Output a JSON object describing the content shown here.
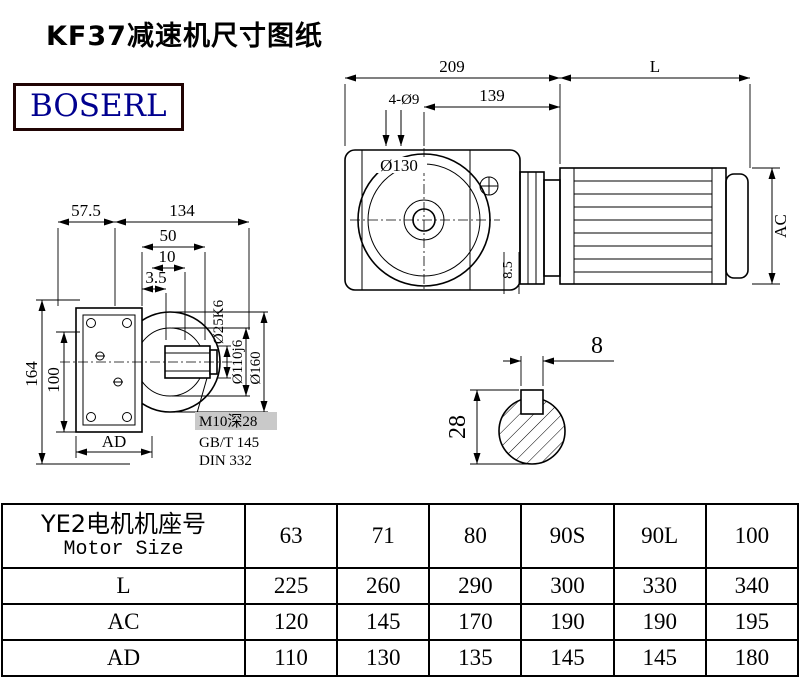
{
  "page": {
    "title": "KF37减速机尺寸图纸",
    "logo": "BOSERL"
  },
  "front_view": {
    "dim_width_gear": "209",
    "dim_motor_length": "L",
    "dim_139": "139",
    "dim_holes": "4-Ø9",
    "dim_flange": "Ø130",
    "dim_offset": "8.5",
    "dim_motor_diameter": "AC"
  },
  "side_view": {
    "dim_575": "57.5",
    "dim_134": "134",
    "dim_50": "50",
    "dim_10": "10",
    "dim_35": "3.5",
    "dim_height": "164",
    "dim_100": "100",
    "dim_AD": "AD",
    "dim_shaft": "Ø25K6",
    "dim_spigot": "Ø110j6",
    "dim_flange": "Ø160",
    "note_thread": "M10深28",
    "note_gb": "GB/T 145",
    "note_din": "DIN 332"
  },
  "shaft_section": {
    "dim_key_width": "8",
    "dim_key_height": "28"
  },
  "table": {
    "header_cn": "YE2电机机座号",
    "header_en": "Motor Size",
    "columns": [
      "63",
      "71",
      "80",
      "90S",
      "90L",
      "100"
    ],
    "rows": [
      {
        "label": "L",
        "values": [
          "225",
          "260",
          "290",
          "300",
          "330",
          "340"
        ]
      },
      {
        "label": "AC",
        "values": [
          "120",
          "145",
          "170",
          "190",
          "190",
          "195"
        ]
      },
      {
        "label": "AD",
        "values": [
          "110",
          "130",
          "135",
          "145",
          "145",
          "180"
        ]
      }
    ]
  }
}
